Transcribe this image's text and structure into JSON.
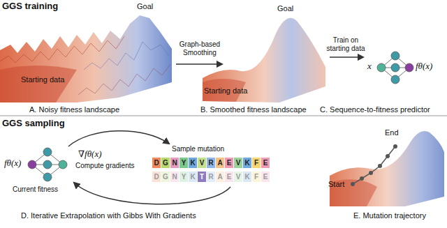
{
  "diagram": {
    "nodes": [
      {
        "text": [
          "D",
          "G",
          "N",
          "Y",
          "K",
          "V",
          "R",
          "A",
          "E",
          "V",
          "K",
          "F",
          "E"
        ]
      },
      {
        "text": [
          "D",
          "G",
          "N",
          "Y",
          "K",
          "T",
          "R",
          "A",
          "E",
          "V",
          "K",
          "F",
          "E"
        ]
      }
    ],
    "labels": [
      "GGS training",
      "Goal",
      "Starting data",
      "A. Noisy fitness landscape",
      "Graph-based Smoothing",
      "Goal",
      "Starting data",
      "B. Smoothed fitness landscape",
      "Train on starting data",
      "x",
      "fθ(x)",
      "C. Sequence-to-fitness predictor",
      "GGS sampling",
      "fθ(x)",
      "Current fitness",
      "∇fθ(x)",
      "Compute gradients",
      "Sample mutation",
      "D. Iterative Extrapolation with Gibbs With Gradients",
      "End",
      "Start",
      "E. Mutation trajectory"
    ]
  }
}
